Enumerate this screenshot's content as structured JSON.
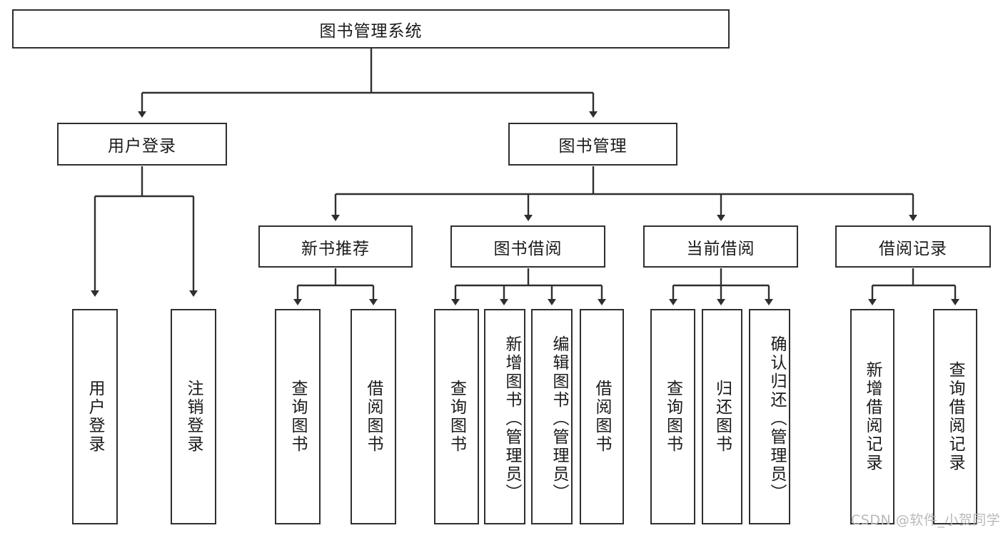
{
  "diagram": {
    "type": "hierarchy-tree",
    "title_node": {
      "label": "图书管理系统"
    },
    "level2": [
      {
        "id": "user-login",
        "label": "用户登录"
      },
      {
        "id": "book-management",
        "label": "图书管理"
      }
    ],
    "level3": [
      {
        "id": "new-book-recommend",
        "label": "新书推荐"
      },
      {
        "id": "book-borrow",
        "label": "图书借阅"
      },
      {
        "id": "current-borrow",
        "label": "当前借阅"
      },
      {
        "id": "borrow-record",
        "label": "借阅记录"
      }
    ],
    "leaves": {
      "user_login": [
        {
          "id": "leaf-user-login",
          "label": "用户登录"
        },
        {
          "id": "leaf-logout-login",
          "label": "注销登录"
        }
      ],
      "new_book_recommend": [
        {
          "id": "leaf-query-book-1",
          "label": "查询图书"
        },
        {
          "id": "leaf-borrow-book-1",
          "label": "借阅图书"
        }
      ],
      "book_borrow": [
        {
          "id": "leaf-query-book-2",
          "label": "查询图书"
        },
        {
          "id": "leaf-add-book",
          "label": "新增图书（管理员）"
        },
        {
          "id": "leaf-edit-book",
          "label": "编辑图书（管理员）"
        },
        {
          "id": "leaf-borrow-book-2",
          "label": "借阅图书"
        }
      ],
      "current_borrow": [
        {
          "id": "leaf-query-book-3",
          "label": "查询图书"
        },
        {
          "id": "leaf-return-book",
          "label": "归还图书"
        },
        {
          "id": "leaf-confirm-return",
          "label": "确认归还（管理员）"
        }
      ],
      "borrow_record": [
        {
          "id": "leaf-add-record",
          "label": "新增借阅记录"
        },
        {
          "id": "leaf-query-record",
          "label": "查询借阅记录"
        }
      ]
    }
  },
  "watermark": {
    "text": "CSDN @软件_小贺同学"
  },
  "colors": {
    "stroke": "#2f2f2f",
    "fill": "#ffffff",
    "text": "#1a1a1a",
    "watermark": "#b9b9b9"
  }
}
